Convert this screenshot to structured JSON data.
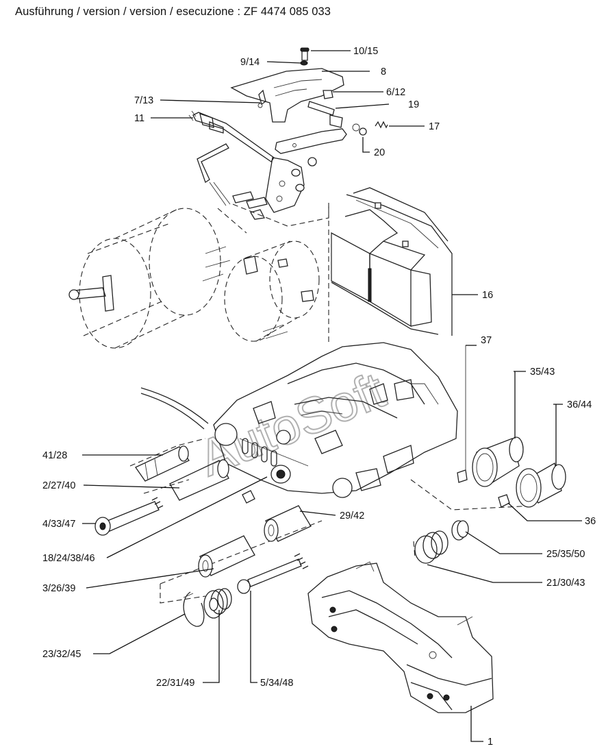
{
  "header": {
    "title": "Ausführung / version / version / esecuzione : ZF 4474 085 033"
  },
  "watermark": "AutoSoft",
  "callouts": [
    {
      "id": "c-10-15",
      "text": "10/15"
    },
    {
      "id": "c-9-14",
      "text": "9/14"
    },
    {
      "id": "c-8",
      "text": "8"
    },
    {
      "id": "c-6-12",
      "text": "6/12"
    },
    {
      "id": "c-7-13",
      "text": "7/13"
    },
    {
      "id": "c-19",
      "text": "19"
    },
    {
      "id": "c-11",
      "text": "11"
    },
    {
      "id": "c-17",
      "text": "17"
    },
    {
      "id": "c-20",
      "text": "20"
    },
    {
      "id": "c-16",
      "text": "16"
    },
    {
      "id": "c-37",
      "text": "37"
    },
    {
      "id": "c-35-43",
      "text": "35/43"
    },
    {
      "id": "c-36-44",
      "text": "36/44"
    },
    {
      "id": "c-41-28",
      "text": "41/28"
    },
    {
      "id": "c-2-27-40",
      "text": "2/27/40"
    },
    {
      "id": "c-4-33-47",
      "text": "4/33/47"
    },
    {
      "id": "c-29-42",
      "text": "29/42"
    },
    {
      "id": "c-36",
      "text": "36"
    },
    {
      "id": "c-18-24-38-46",
      "text": "18/24/38/46"
    },
    {
      "id": "c-25-35-50",
      "text": "25/35/50"
    },
    {
      "id": "c-3-26-39",
      "text": "3/26/39"
    },
    {
      "id": "c-21-30-43",
      "text": "21/30/43"
    },
    {
      "id": "c-23-32-45",
      "text": "23/32/45"
    },
    {
      "id": "c-22-31-49",
      "text": "22/31/49"
    },
    {
      "id": "c-5-34-48",
      "text": "5/34/48"
    },
    {
      "id": "c-1",
      "text": "1"
    }
  ]
}
